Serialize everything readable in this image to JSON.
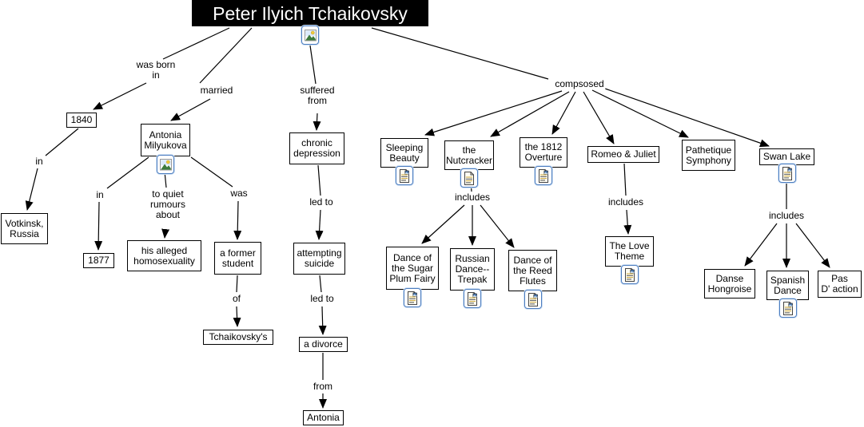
{
  "title": "Peter Ilyich Tchaikovsky",
  "title_icon": "picture",
  "colors": {
    "title_bg": "#000000",
    "title_text": "#ffffff",
    "node_bg": "#ffffff",
    "node_border": "#000000",
    "line": "#000000",
    "icon_border": "#4c7dc0"
  },
  "nodes": [
    {
      "id": "year1840",
      "label": "1840"
    },
    {
      "id": "votkinsk",
      "label": "Votkinsk,\nRussia"
    },
    {
      "id": "antonia",
      "label": "Antonia\nMilyukova",
      "icon": "picture"
    },
    {
      "id": "year1877",
      "label": "1877"
    },
    {
      "id": "homosexuality",
      "label": "his alleged\nhomosexuality"
    },
    {
      "id": "student",
      "label": "a former\nstudent"
    },
    {
      "id": "tchaikovskys",
      "label": "Tchaikovsky's"
    },
    {
      "id": "depression",
      "label": "chronic\ndepression"
    },
    {
      "id": "suicide",
      "label": "attempting\nsuicide"
    },
    {
      "id": "divorce",
      "label": "a divorce"
    },
    {
      "id": "antonia2",
      "label": "Antonia"
    },
    {
      "id": "sleeping",
      "label": "Sleeping\nBeauty",
      "icon": "doc-image"
    },
    {
      "id": "nutcracker",
      "label": "the\nNutcracker",
      "icon": "doc"
    },
    {
      "id": "overture",
      "label": "the 1812\nOverture",
      "icon": "doc-image"
    },
    {
      "id": "romeo",
      "label": "Romeo & Juliet"
    },
    {
      "id": "pathetique",
      "label": "Pathetique\nSymphony"
    },
    {
      "id": "swan",
      "label": "Swan Lake",
      "icon": "doc-image"
    },
    {
      "id": "sugarplum",
      "label": "Dance of\nthe Sugar\nPlum Fairy",
      "icon": "doc-image"
    },
    {
      "id": "trepak",
      "label": "Russian\nDance--\nTrepak",
      "icon": "doc-image"
    },
    {
      "id": "reedflutes",
      "label": "Dance of\nthe Reed\nFlutes",
      "icon": "doc-image"
    },
    {
      "id": "lovetheme",
      "label": "The Love\nTheme",
      "icon": "doc-image"
    },
    {
      "id": "danse",
      "label": "Danse\nHongroise"
    },
    {
      "id": "spanish",
      "label": "Spanish\nDance",
      "icon": "doc-image"
    },
    {
      "id": "pas",
      "label": "Pas\nD' action"
    }
  ],
  "edge_labels": [
    {
      "id": "wasborn",
      "label": "was born\nin"
    },
    {
      "id": "married",
      "label": "married"
    },
    {
      "id": "suffered",
      "label": "suffered\nfrom"
    },
    {
      "id": "compsosed",
      "label": "compsosed"
    },
    {
      "id": "in1",
      "label": "in"
    },
    {
      "id": "in2",
      "label": "in"
    },
    {
      "id": "quiet",
      "label": "to quiet\nrumours\nabout"
    },
    {
      "id": "was",
      "label": "was"
    },
    {
      "id": "of",
      "label": "of"
    },
    {
      "id": "ledto1",
      "label": "led to"
    },
    {
      "id": "ledto2",
      "label": "led to"
    },
    {
      "id": "from",
      "label": "from"
    },
    {
      "id": "includes1",
      "label": "includes"
    },
    {
      "id": "includes2",
      "label": "includes"
    },
    {
      "id": "includes3",
      "label": "includes"
    }
  ]
}
